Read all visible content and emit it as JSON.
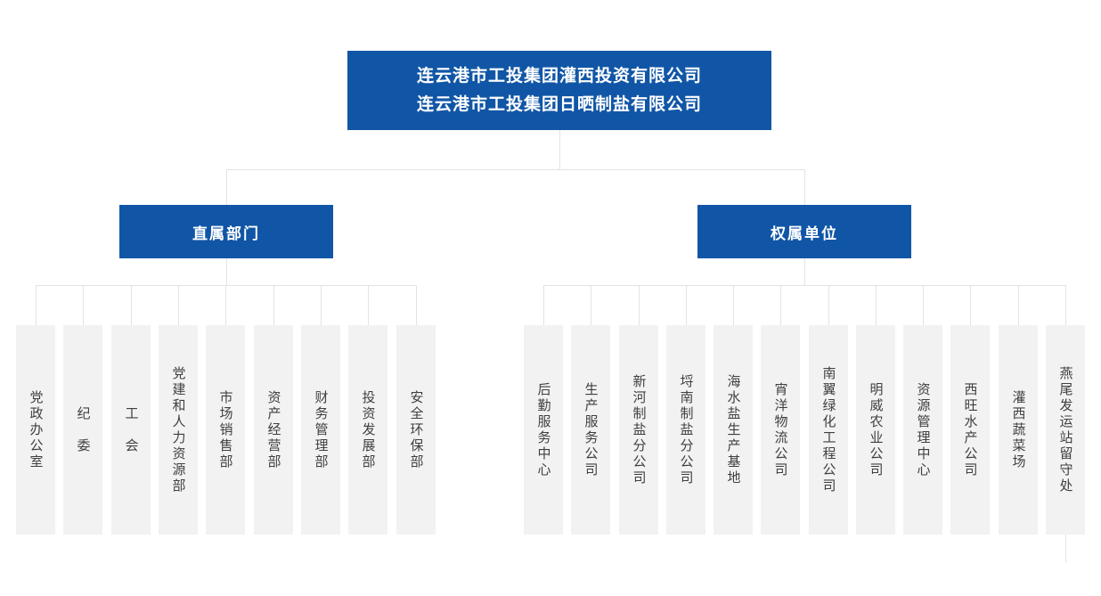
{
  "colors": {
    "primary": "#1156a6",
    "leaf_bg": "#f2f2f2",
    "leaf_text": "#3f3f3f",
    "line": "#e3e3e3"
  },
  "root": {
    "line1": "连云港市工投集团灌西投资有限公司",
    "line2": "连云港市工投集团日晒制盐有限公司"
  },
  "groups": {
    "direct": {
      "label": "直属部门",
      "items": [
        "党政办公室",
        "纪　委",
        "工　会",
        "党建和人力资源部",
        "市场销售部",
        "资产经营部",
        "财务管理部",
        "投资发展部",
        "安全环保部"
      ]
    },
    "subsidiaries": {
      "label": "权属单位",
      "items": [
        "后勤服务中心",
        "生产服务公司",
        "新河制盐分公司",
        "埒南制盐分公司",
        "海水盐生产基地",
        "宵洋物流公司",
        "南翼绿化工程公司",
        "明威农业公司",
        "资源管理中心",
        "西旺水产公司",
        "灌西蔬菜场",
        "燕尾发运站留守处"
      ]
    }
  }
}
